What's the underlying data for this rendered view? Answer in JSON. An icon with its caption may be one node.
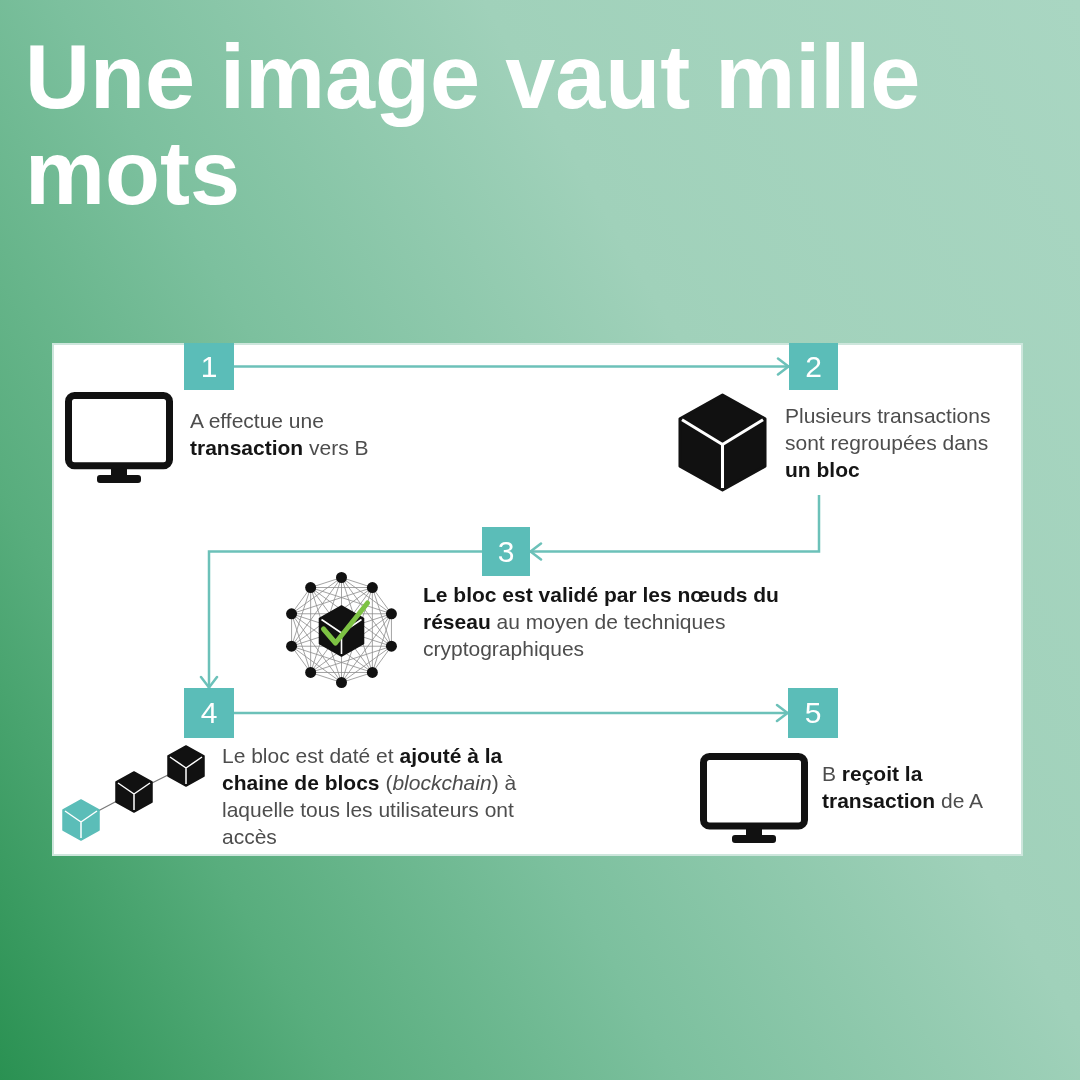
{
  "diagram": {
    "title": "Une image vaut mille mots",
    "nodes": [
      {
        "text": [
          "1"
        ],
        "beside": [
          "A effectue une **transaction** vers B"
        ]
      },
      {
        "text": [
          "2"
        ],
        "beside": [
          "Plusieurs transactions sont regroupées dans **un bloc**"
        ]
      },
      {
        "text": [
          "3"
        ],
        "beside": [
          "**Le bloc est validé par les nœuds du réseau** au moyen de techniques cryptographiques"
        ]
      },
      {
        "text": [
          "4"
        ],
        "beside": [
          "Le bloc est daté et **ajouté à la chaine de blocs** (*blockchain*) à laquelle tous les utilisateurs ont accès"
        ]
      },
      {
        "text": [
          "5"
        ],
        "beside": [
          "B **reçoit la transaction** de A"
        ]
      }
    ],
    "edges": [
      {
        "from": 0,
        "to": 1,
        "arrow": "to"
      },
      {
        "from": 1,
        "to": 2,
        "arrow": "to"
      },
      {
        "from": 2,
        "to": 3,
        "arrow": "to"
      },
      {
        "from": 3,
        "to": 4,
        "arrow": "to"
      }
    ]
  }
}
